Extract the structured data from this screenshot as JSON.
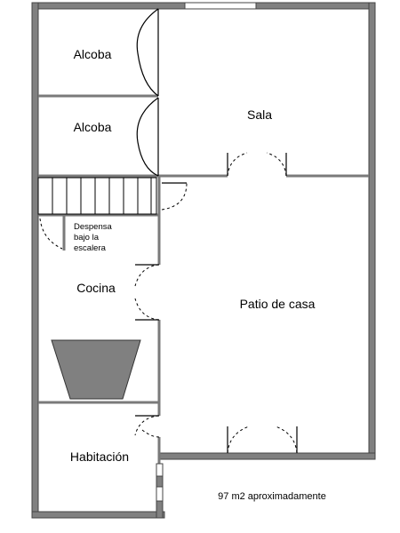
{
  "rooms": {
    "alcoba_1": "Alcoba",
    "alcoba_2": "Alcoba",
    "sala": "Sala",
    "despensa_line1": "Despensa",
    "despensa_line2": "bajo la",
    "despensa_line3": "escalera",
    "cocina": "Cocina",
    "patio": "Patio de casa",
    "habitacion": "Habitación"
  },
  "note": "97 m2 aproximadamente",
  "colors": {
    "wall": "#808080",
    "furniture": "#808080",
    "background": "#ffffff"
  }
}
